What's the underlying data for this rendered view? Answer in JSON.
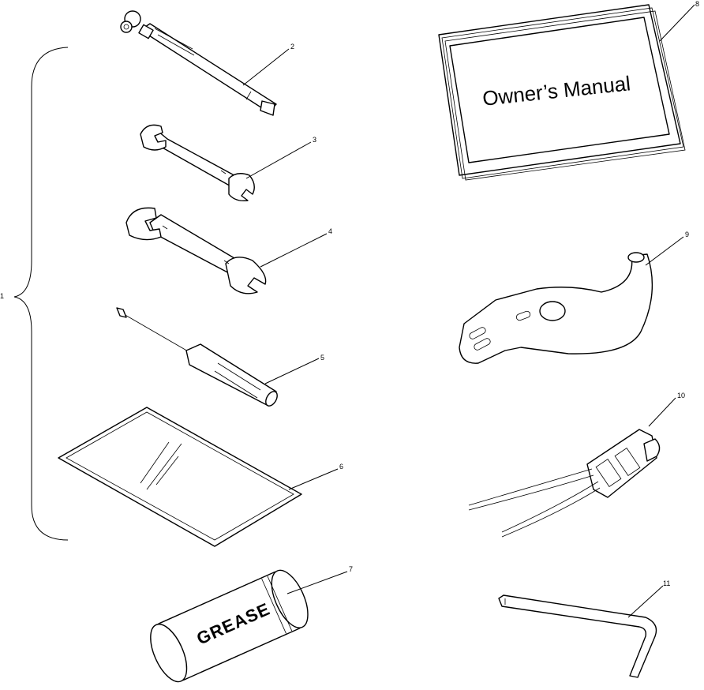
{
  "callouts": {
    "c1": "1",
    "c2": "2",
    "c3": "3",
    "c4": "4",
    "c5": "5",
    "c6": "6",
    "c7": "7",
    "c8": "8",
    "c9": "9",
    "c10": "10",
    "c11": "11"
  },
  "manual": {
    "cover_text": "Owner’s Manual"
  },
  "grease": {
    "label": "GREASE"
  }
}
